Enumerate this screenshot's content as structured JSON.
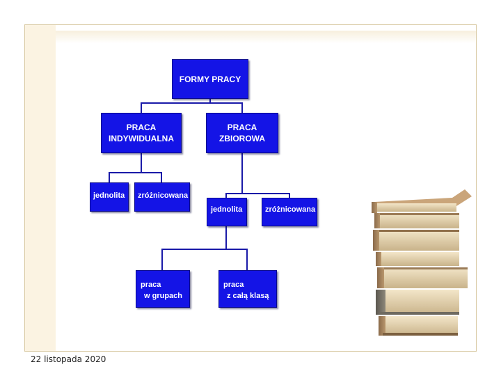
{
  "diagram": {
    "root": "FORMY PRACY",
    "individual": {
      "line1": "PRACA",
      "line2": "INDYWIDUALNA"
    },
    "group": {
      "line1": "PRACA",
      "line2": "ZBIOROWA"
    },
    "individual_children": [
      "jednolita",
      "zróżnicowana"
    ],
    "group_children": [
      "jednolita",
      "zróżnicowana"
    ],
    "group_uniform_children": [
      {
        "line1": "praca",
        "line2": "w grupach"
      },
      {
        "line1": "praca",
        "line2": "z całą klasą"
      }
    ]
  },
  "footer": {
    "date": "22 listopada 2020"
  },
  "colors": {
    "box": "#1414e6",
    "connector": "#1a1aa8",
    "frame": "#d8c9a2"
  },
  "illustration": "stack-of-books"
}
